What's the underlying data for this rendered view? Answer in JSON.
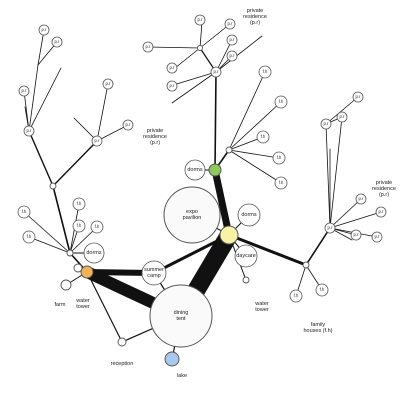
{
  "colors": {
    "hub_major": "#f8f2a6",
    "hub_green": "#8fc85c",
    "hub_orange": "#f2b257",
    "hub_blue": "#a9c8ee",
    "node_fill": "#ffffff",
    "node_stroke": "#555555",
    "edge": "#111111"
  },
  "nodes": {
    "expo_pavilion": "expo\npavilion",
    "dorms_center": "dorms",
    "dorms_upper": "dorms",
    "dorms_left": "dorms",
    "daycare": "daycare",
    "summer_camp": "summer\ncamp",
    "dining_tent": "dining\ntent",
    "pr": "p.r",
    "fh": "f.h"
  },
  "labels": {
    "private_residence_top": "private\nresidence\n(p.r)",
    "private_residence_left": "private\nresidence\n(p.r)",
    "private_residence_right": "private\nresidence\n(p.r)",
    "water_tower_left": "water\ntower",
    "water_tower_center": "water\ntower",
    "family_houses": "family\nhouses (f.h)",
    "farm": "farm",
    "reception": "reception",
    "lake": "lake"
  }
}
